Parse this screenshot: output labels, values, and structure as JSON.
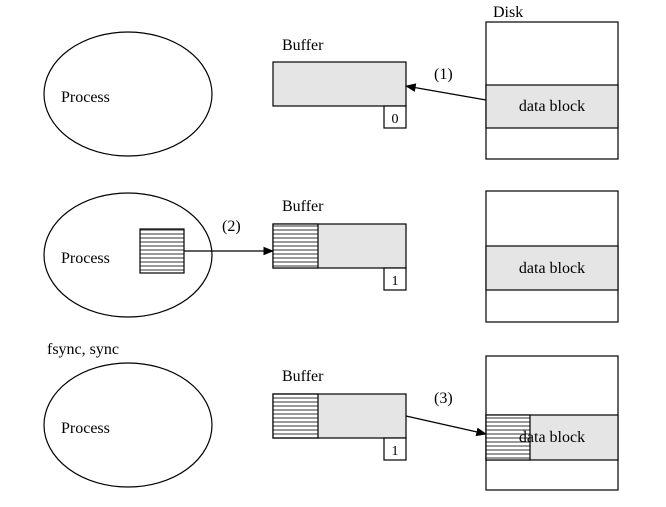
{
  "disk_label": "Disk",
  "buffer_label": "Buffer",
  "process_label": "Process",
  "data_block_label": "data block",
  "sync_label": "fsync, sync",
  "steps": {
    "read": "(1)",
    "write": "(2)",
    "flush": "(3)"
  },
  "flags": {
    "stage1": "0",
    "stage2": "1",
    "stage3": "1"
  },
  "colors": {
    "buffer_fill": "#e5e5e5",
    "data_block_fill": "#e5e5e5",
    "stroke": "#000000",
    "hatch_line": "#555555"
  }
}
